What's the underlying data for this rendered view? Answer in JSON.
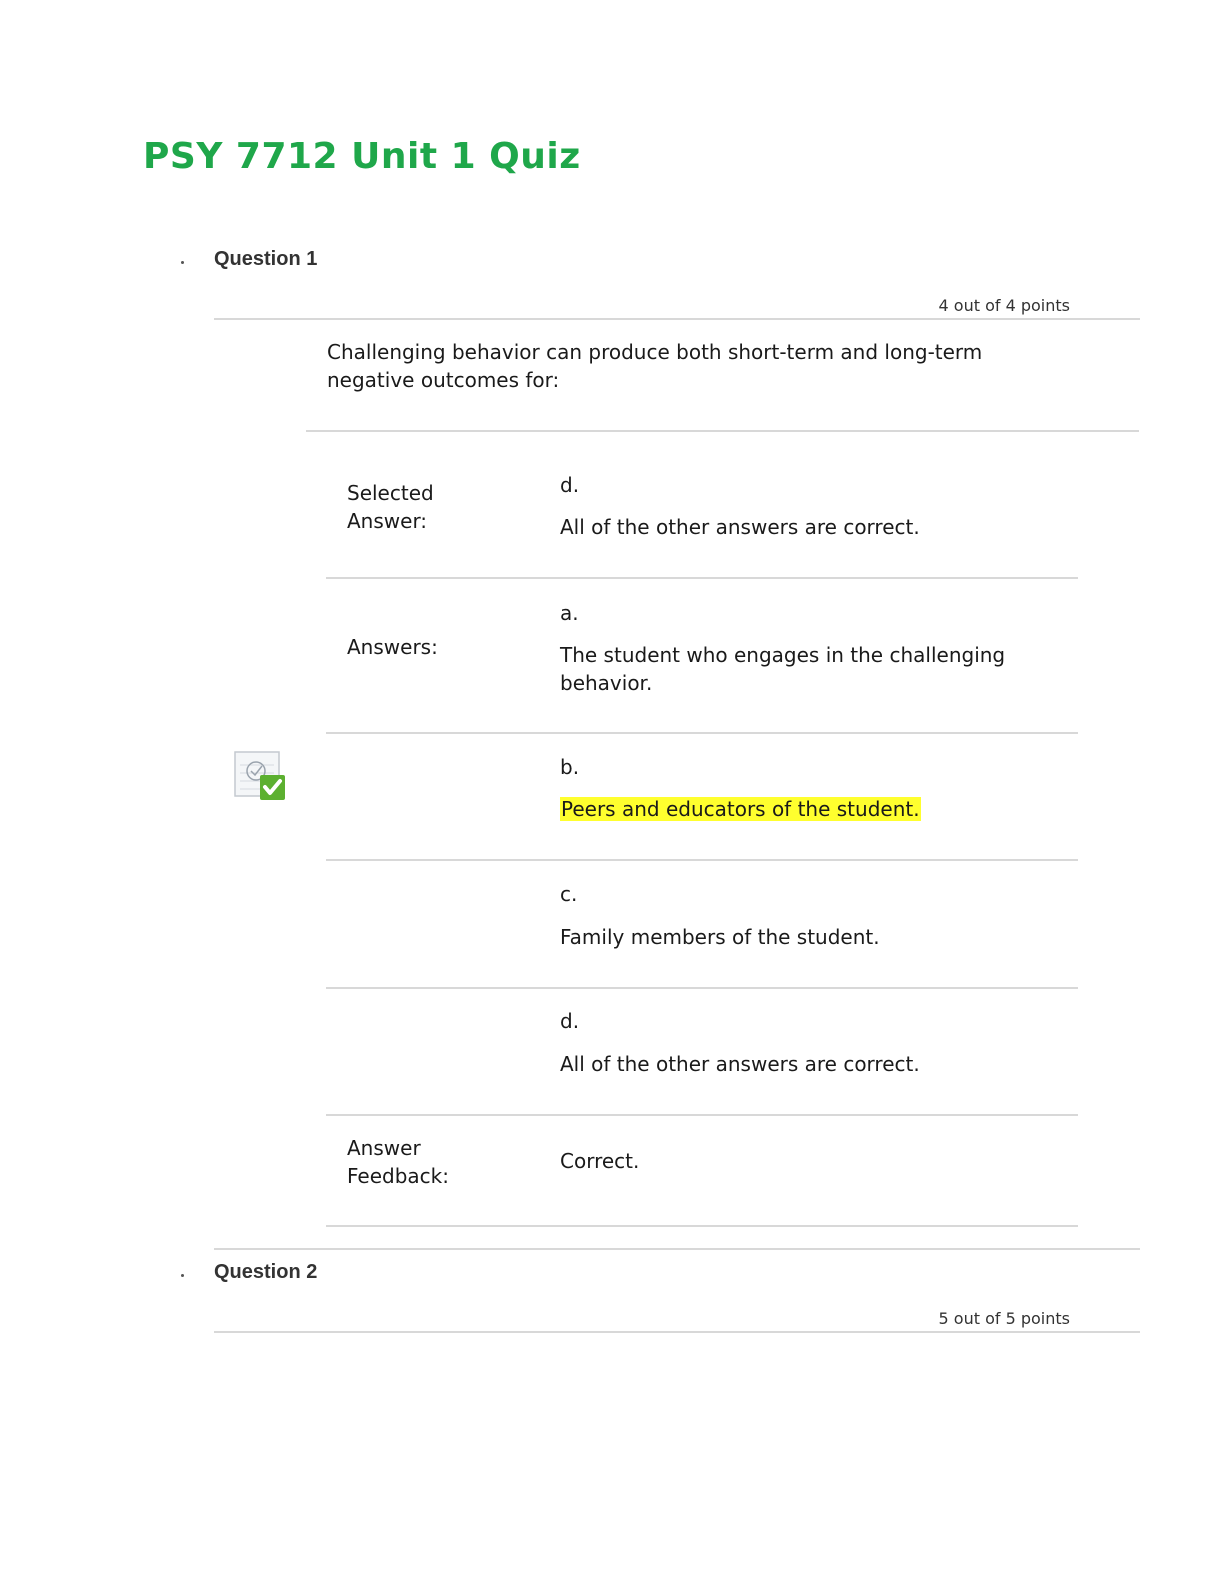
{
  "page": {
    "title": "PSY 7712 Unit 1 Quiz"
  },
  "question1": {
    "heading": "Question 1",
    "points": "4 out of 4 points",
    "prompt_line1": "Challenging behavior can produce both short-term and long-term",
    "prompt_line2": "negative outcomes for:",
    "selected_label_line1": "Selected",
    "selected_label_line2": "Answer:",
    "selected_letter": "d.",
    "selected_text": "All of the other answers are correct.",
    "answers_label": "Answers:",
    "answers": [
      {
        "letter": "a.",
        "text_line1": "The student who engages in the challenging",
        "text_line2": "behavior."
      },
      {
        "letter": "b.",
        "text_line1": "Peers and educators of the student."
      },
      {
        "letter": "c.",
        "text_line1": "Family members of the student."
      },
      {
        "letter": "d.",
        "text_line1": "All of the other answers are correct."
      }
    ],
    "feedback_label_line1": "Answer",
    "feedback_label_line2": "Feedback:",
    "feedback_text": "Correct.",
    "status_icon": "correct-check-icon"
  },
  "question2": {
    "heading": "Question 2",
    "points": "5 out of 5 points"
  },
  "colors": {
    "title": "#1fa74a",
    "highlight": "#ffff2e",
    "check": "#5cb030"
  }
}
